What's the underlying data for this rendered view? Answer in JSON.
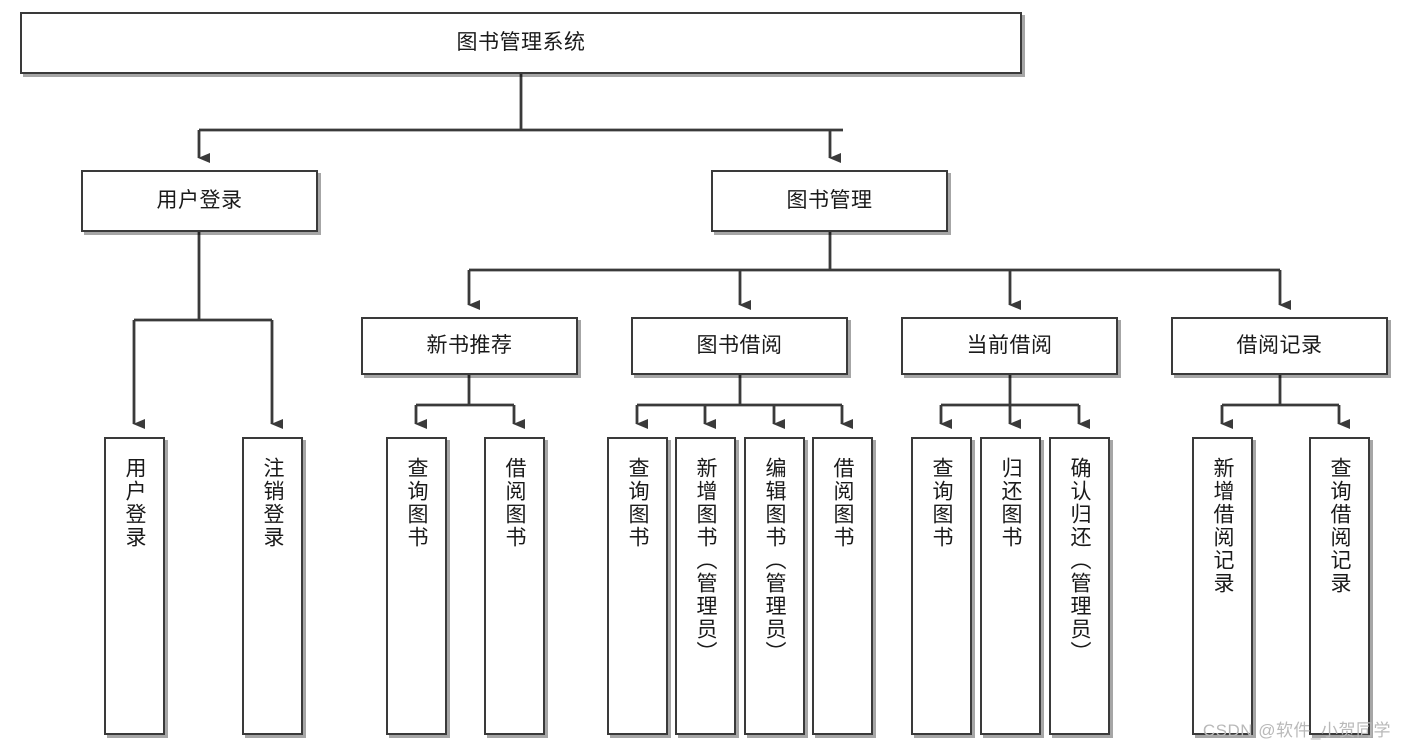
{
  "diagram": {
    "type": "tree-hierarchy",
    "title": "图书管理系统",
    "watermark": "CSDN @软件_小贺同学",
    "colors": {
      "stroke": "#3a3a3a",
      "fill": "#ffffff",
      "text": "#1a1a1a",
      "watermark": "#b9b9b9"
    },
    "nodes": {
      "root": {
        "label": "图书管理系统"
      },
      "level2": [
        {
          "id": "user-login",
          "label": "用户登录"
        },
        {
          "id": "book-management",
          "label": "图书管理"
        }
      ],
      "level3": [
        {
          "id": "new-book-recommend",
          "label": "新书推荐"
        },
        {
          "id": "book-borrow",
          "label": "图书借阅"
        },
        {
          "id": "current-borrow",
          "label": "当前借阅"
        },
        {
          "id": "borrow-record",
          "label": "借阅记录"
        }
      ],
      "leaves": {
        "user-login": [
          {
            "id": "leaf-user-login",
            "label": "用户登录"
          },
          {
            "id": "leaf-logout",
            "label": "注销登录"
          }
        ],
        "new-book-recommend": [
          {
            "id": "leaf-query-book-1",
            "label": "查询图书"
          },
          {
            "id": "leaf-borrow-book-1",
            "label": "借阅图书"
          }
        ],
        "book-borrow": [
          {
            "id": "leaf-query-book-2",
            "label": "查询图书"
          },
          {
            "id": "leaf-add-book",
            "label": "新增图书（管理员）"
          },
          {
            "id": "leaf-edit-book",
            "label": "编辑图书（管理员）"
          },
          {
            "id": "leaf-borrow-book-2",
            "label": "借阅图书"
          }
        ],
        "current-borrow": [
          {
            "id": "leaf-query-book-3",
            "label": "查询图书"
          },
          {
            "id": "leaf-return-book",
            "label": "归还图书"
          },
          {
            "id": "leaf-confirm-return",
            "label": "确认归还（管理员）"
          }
        ],
        "borrow-record": [
          {
            "id": "leaf-add-record",
            "label": "新增借阅记录"
          },
          {
            "id": "leaf-query-record",
            "label": "查询借阅记录"
          }
        ]
      }
    }
  }
}
